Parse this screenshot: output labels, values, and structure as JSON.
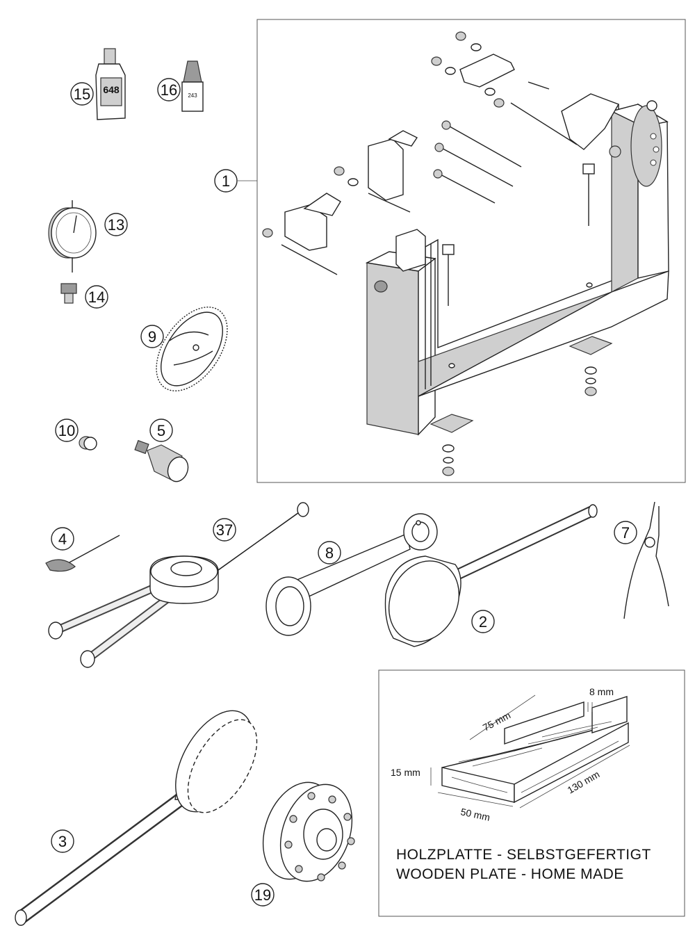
{
  "callouts": {
    "c1": "1",
    "c2": "2",
    "c3": "3",
    "c4": "4",
    "c5": "5",
    "c7": "7",
    "c8": "8",
    "c9": "9",
    "c10": "10",
    "c13": "13",
    "c14": "14",
    "c15": "15",
    "c16": "16",
    "c19": "19",
    "c37": "37"
  },
  "bottle_labels": {
    "loctite_648": "648",
    "loctite_243": "243"
  },
  "wooden_plate": {
    "dim_8": "8 mm",
    "dim_75": "75 mm",
    "dim_15": "15 mm",
    "dim_130": "130 mm",
    "dim_50": "50 mm",
    "caption_de": "HOLZPLATTE - SELBSTGEFERTIGT",
    "caption_en": "WOODEN PLATE - HOME MADE"
  }
}
